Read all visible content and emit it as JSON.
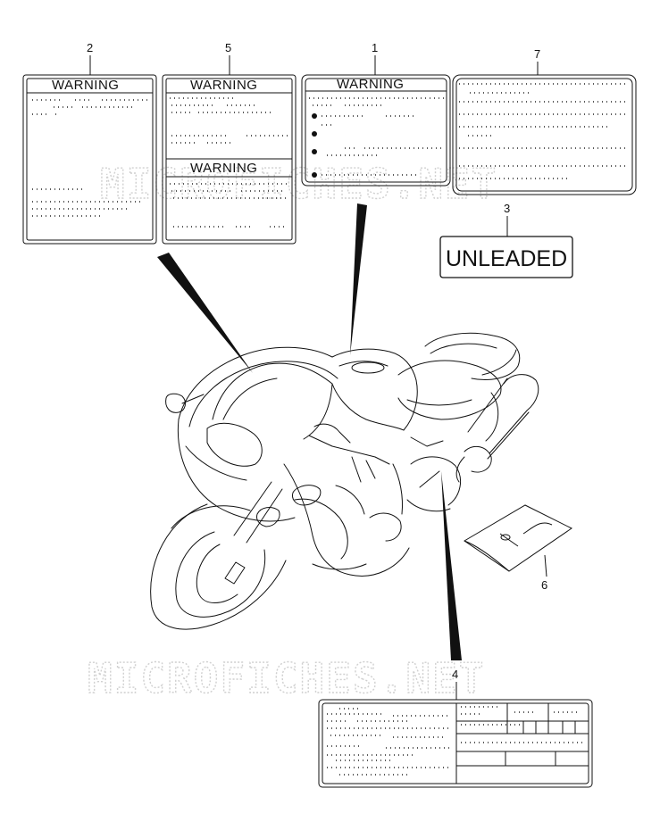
{
  "watermark": "MICROFICHES.NET",
  "parts": [
    {
      "id": "p1",
      "number": "1",
      "label": "WARNING"
    },
    {
      "id": "p2",
      "number": "2",
      "label": "WARNING"
    },
    {
      "id": "p3",
      "number": "3",
      "label": "UNLEADED"
    },
    {
      "id": "p4",
      "number": "4",
      "label": ""
    },
    {
      "id": "p5",
      "number": "5",
      "label": "WARNING",
      "label2": "WARNING"
    },
    {
      "id": "p6",
      "number": "6",
      "label": ""
    },
    {
      "id": "p7",
      "number": "7",
      "label": ""
    }
  ]
}
